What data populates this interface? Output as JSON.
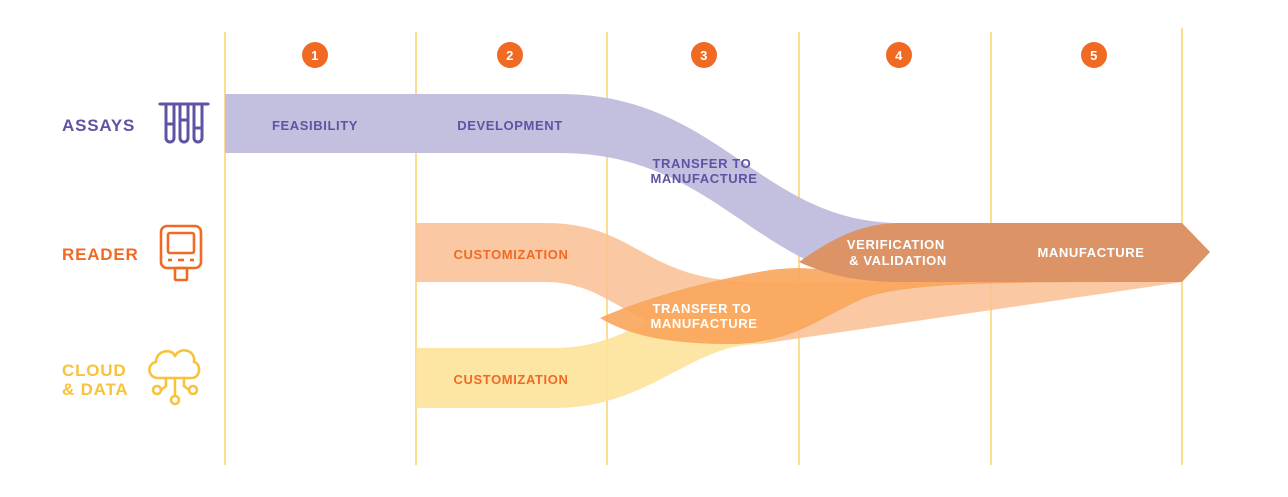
{
  "colors": {
    "purple": "#5d54a4",
    "purple_band": "#c2bfdf",
    "orange_text": "#f06a24",
    "orange_band_light": "#f9bf93",
    "orange_band_mid": "#faa55b",
    "orange_band_dark": "#dc9366",
    "yellow_text": "#f8c33c",
    "yellow_band": "#fde39c",
    "grid_line": "#f7c44c",
    "step_circle": "#f06a24",
    "white": "#ffffff"
  },
  "steps": [
    "1",
    "2",
    "3",
    "4",
    "5"
  ],
  "rows": [
    {
      "id": "assays",
      "label_lines": [
        "ASSAYS"
      ],
      "icon": "test-tubes-icon"
    },
    {
      "id": "reader",
      "label_lines": [
        "READER"
      ],
      "icon": "reader-device-icon"
    },
    {
      "id": "cloud",
      "label_lines": [
        "CLOUD",
        "& DATA"
      ],
      "icon": "cloud-network-icon"
    }
  ],
  "bands": {
    "assays": {
      "feasibility": "FEASIBILITY",
      "development": "DEVELOPMENT",
      "transfer": [
        "TRANSFER TO",
        "MANUFACTURE"
      ]
    },
    "reader": {
      "customization": "CUSTOMIZATION",
      "transfer": [
        "TRANSFER TO",
        "MANUFACTURE"
      ]
    },
    "cloud": {
      "customization": "CUSTOMIZATION"
    },
    "final": {
      "verification": [
        "VERIFICATION",
        "& VALIDATION"
      ],
      "manufacture": "MANUFACTURE"
    }
  }
}
